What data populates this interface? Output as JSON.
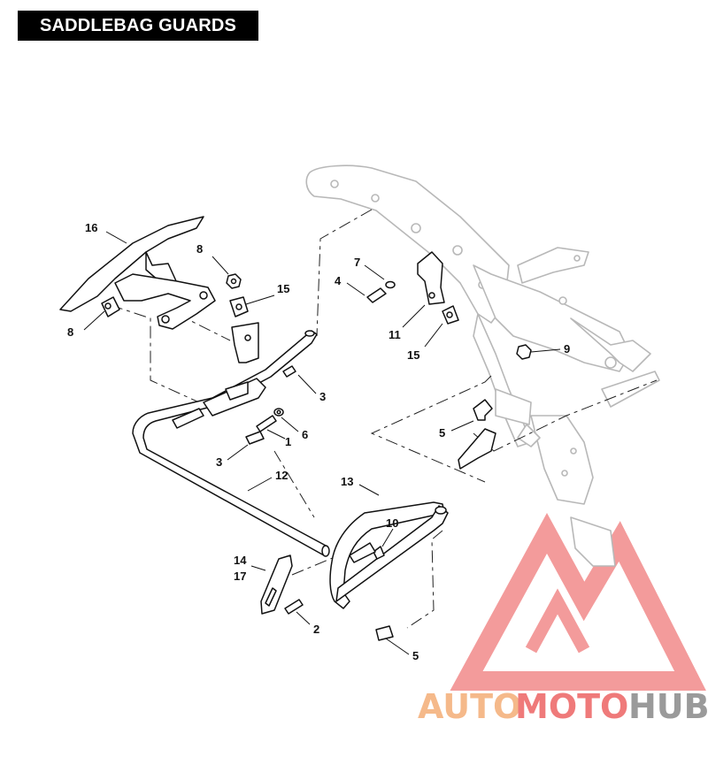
{
  "title": "SADDLEBAG GUARDS",
  "callouts": {
    "c1": "1",
    "c2": "2",
    "c3a": "3",
    "c3b": "3",
    "c4": "4",
    "c5a": "5",
    "c5b": "5",
    "c6": "6",
    "c7": "7",
    "c8a": "8",
    "c8b": "8",
    "c9": "9",
    "c10": "10",
    "c11": "11",
    "c12": "12",
    "c13": "13",
    "c14": "14",
    "c15a": "15",
    "c15b": "15",
    "c16": "16",
    "c17": "17"
  },
  "watermark": {
    "part1": "AUTO",
    "part2": "MOTO",
    "part3": "HUB"
  },
  "colors": {
    "watermark_orange": "#f5b98a",
    "watermark_red": "#ef7a7a",
    "watermark_gray": "#9a9a9a",
    "frame_gray": "#b8b8b8"
  }
}
